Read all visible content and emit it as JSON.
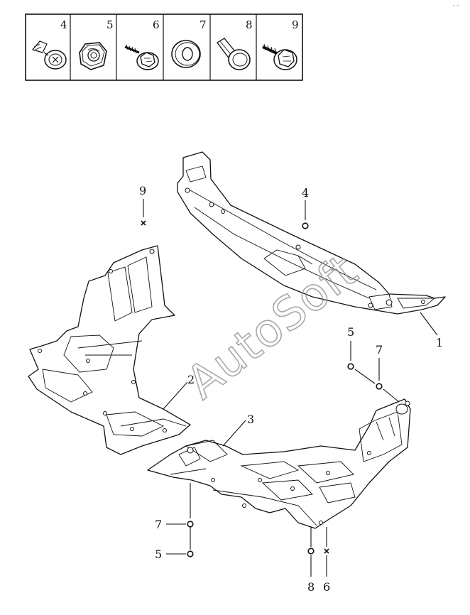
{
  "legend": {
    "cells": [
      {
        "number": "4",
        "icon": "clip-icon"
      },
      {
        "number": "5",
        "icon": "hex-nut-icon"
      },
      {
        "number": "6",
        "icon": "screw-icon"
      },
      {
        "number": "7",
        "icon": "washer-icon"
      },
      {
        "number": "8",
        "icon": "push-rivet-icon"
      },
      {
        "number": "9",
        "icon": "bolt-icon"
      }
    ]
  },
  "callouts": {
    "part1": "1",
    "part2": "2",
    "part3": "3",
    "fastener4": "4",
    "fastener9": "9",
    "fastener5_right": "5",
    "fastener7_right": "7",
    "fastener7_bottom": "7",
    "fastener5_bottom": "5",
    "fastener8_bottom": "8",
    "fastener6_bottom": "6"
  },
  "watermark": "AutoSoft",
  "corner_mark": "‐ ‐"
}
